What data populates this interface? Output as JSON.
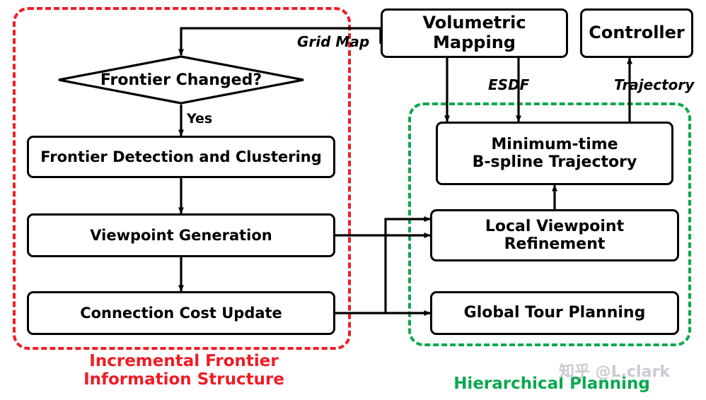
{
  "diagram": {
    "title": "System architecture flowchart",
    "nodes": [
      {
        "id": "frontier-changed",
        "label": "Frontier Changed?",
        "shape": "diamond",
        "font_size": 22
      },
      {
        "id": "frontier-detection",
        "label": "Frontier Detection and Clustering",
        "shape": "rounded-rect",
        "font_size": 21
      },
      {
        "id": "viewpoint-generation",
        "label": "Viewpoint Generation",
        "shape": "rounded-rect",
        "font_size": 21
      },
      {
        "id": "connection-cost-update",
        "label": "Connection Cost Update",
        "shape": "rounded-rect",
        "font_size": 21
      },
      {
        "id": "volumetric-mapping",
        "label": "Volumetric Mapping",
        "shape": "rounded-rect",
        "font_size": 24
      },
      {
        "id": "controller",
        "label": "Controller",
        "shape": "rounded-rect",
        "font_size": 24
      },
      {
        "id": "minimum-time-trajectory",
        "label": "Minimum-time\nB-spline Trajectory",
        "shape": "rounded-rect",
        "font_size": 22
      },
      {
        "id": "local-viewpoint-refinement",
        "label": "Local Viewpoint\nRefinement",
        "shape": "rounded-rect",
        "font_size": 22
      },
      {
        "id": "global-tour-planning",
        "label": "Global Tour Planning",
        "shape": "rounded-rect",
        "font_size": 22
      }
    ],
    "edge_labels": [
      {
        "id": "grid-map",
        "text": "Grid Map"
      },
      {
        "id": "esdf",
        "text": "ESDF"
      },
      {
        "id": "trajectory",
        "text": "Trajectory"
      },
      {
        "id": "yes",
        "text": "Yes"
      }
    ],
    "groups": [
      {
        "id": "incremental-frontier",
        "label": "Incremental Frontier\nInformation Structure",
        "color": "#ee1c25",
        "font_size": 23
      },
      {
        "id": "hierarchical-planning",
        "label": "Hierarchical Planning",
        "color": "#0aa84f",
        "font_size": 23
      }
    ],
    "watermark": "知乎 @L.clark"
  }
}
